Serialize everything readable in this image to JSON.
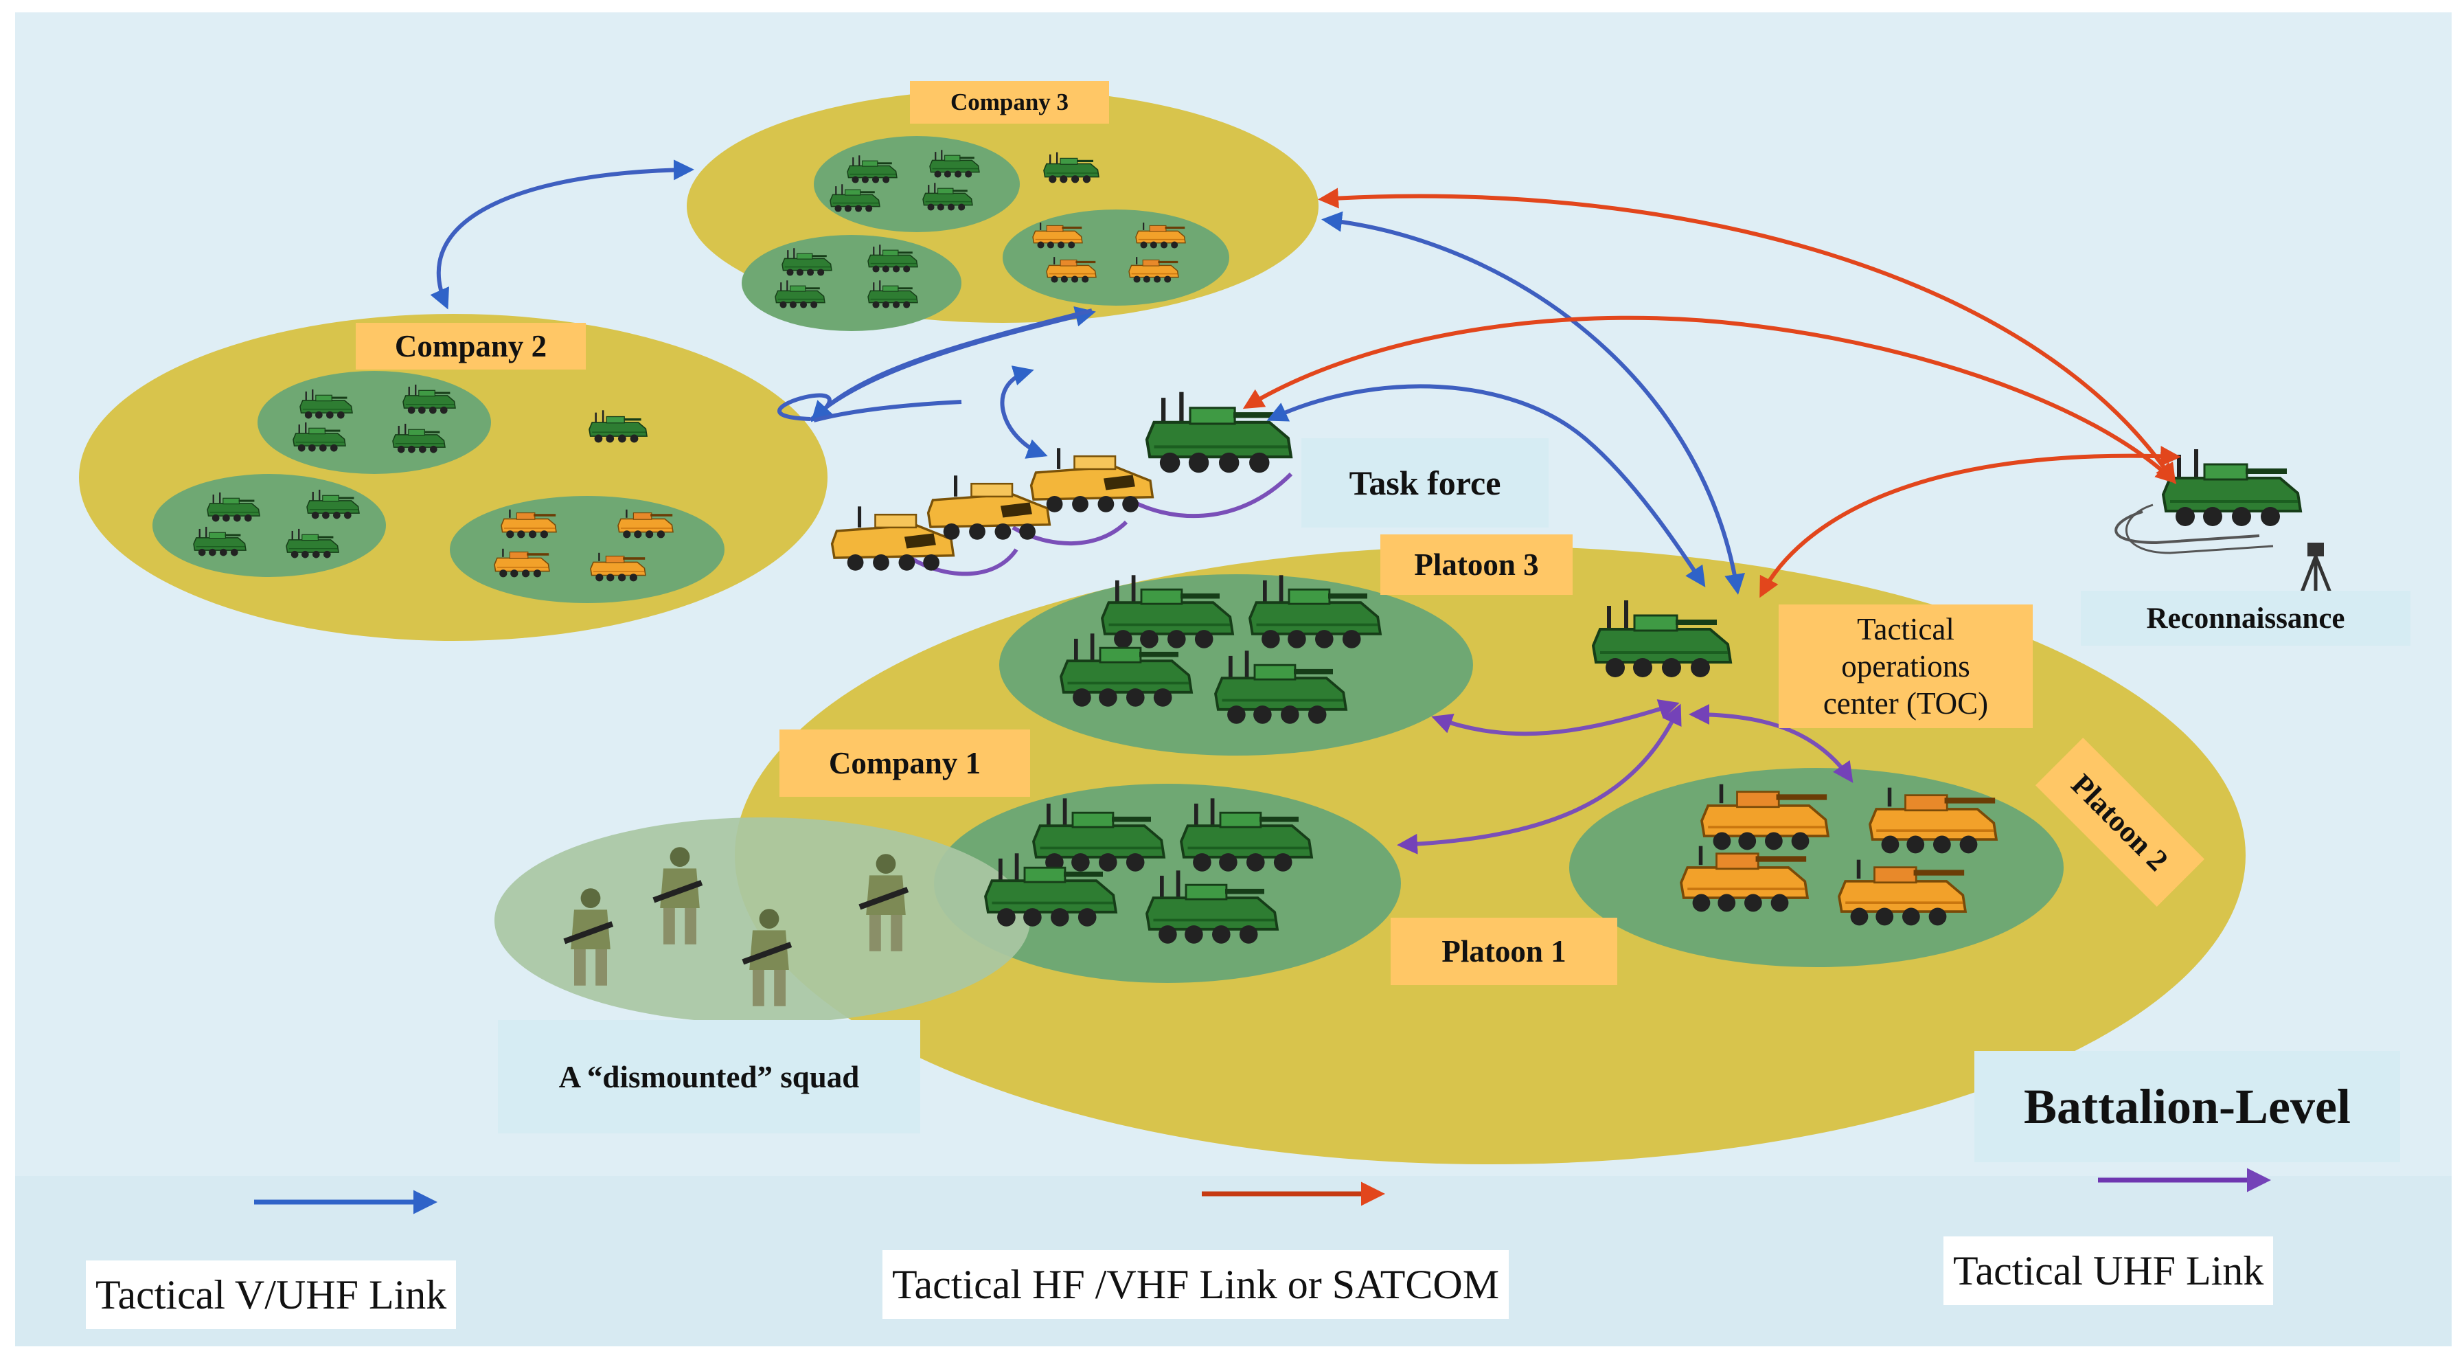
{
  "diagram": {
    "groups": {
      "company1": "Company 1",
      "company2": "Company 2",
      "company3": "Company 3",
      "platoon1": "Platoon 1",
      "platoon2": "Platoon 2",
      "platoon3": "Platoon 3"
    },
    "nodes": {
      "task_force": "Task force",
      "toc_line1": "Tactical",
      "toc_line2": "operations",
      "toc_line3": "center (TOC)",
      "reconnaissance": "Reconnaissance",
      "squad": "A “dismounted” squad"
    },
    "level": "Battalion-Level"
  },
  "legend": {
    "items": [
      {
        "label": "Tactical V/UHF Link",
        "color": "#2f63c8"
      },
      {
        "label": "Tactical HF /VHF Link or  SATCOM",
        "color": "#c63a12"
      },
      {
        "label": "Tactical UHF Link",
        "color": "#6e36b0"
      }
    ]
  },
  "colors": {
    "background": "#dfeef5",
    "company_area": "#d8c44c",
    "platoon_area": "#6fa873",
    "squad_area": "#a9c7a3",
    "green_vehicle": "#2e7d32",
    "orange_vehicle": "#f2a12a",
    "yellow_vehicle": "#f3b63a",
    "label_fill": "#ffc766"
  },
  "icons": {
    "vehicle": "armored-vehicle-icon",
    "soldier": "soldier-icon",
    "sensor": "tripod-sensor-icon"
  }
}
